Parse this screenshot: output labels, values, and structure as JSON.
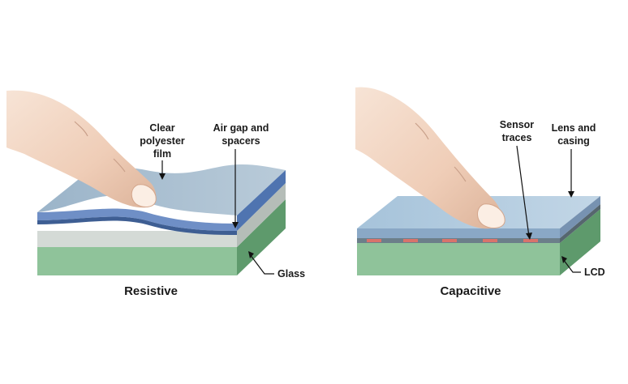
{
  "resistive": {
    "caption": "Resistive",
    "labels": {
      "film": [
        "Clear",
        "polyester",
        "film"
      ],
      "air_gap": [
        "Air gap and",
        "spacers"
      ],
      "glass": "Glass"
    }
  },
  "capacitive": {
    "caption": "Capacitive",
    "labels": {
      "sensor": [
        "Sensor",
        "traces"
      ],
      "lens": [
        "Lens and",
        "casing"
      ],
      "lcd": "LCD"
    }
  },
  "colors": {
    "green_front": "#8fc39a",
    "green_side": "#5e9a6c",
    "glass_blue": "#a9c7df",
    "film_blue": "#6f8fc6",
    "trace_red": "#d9736b",
    "skin": "#f3d8c6"
  }
}
